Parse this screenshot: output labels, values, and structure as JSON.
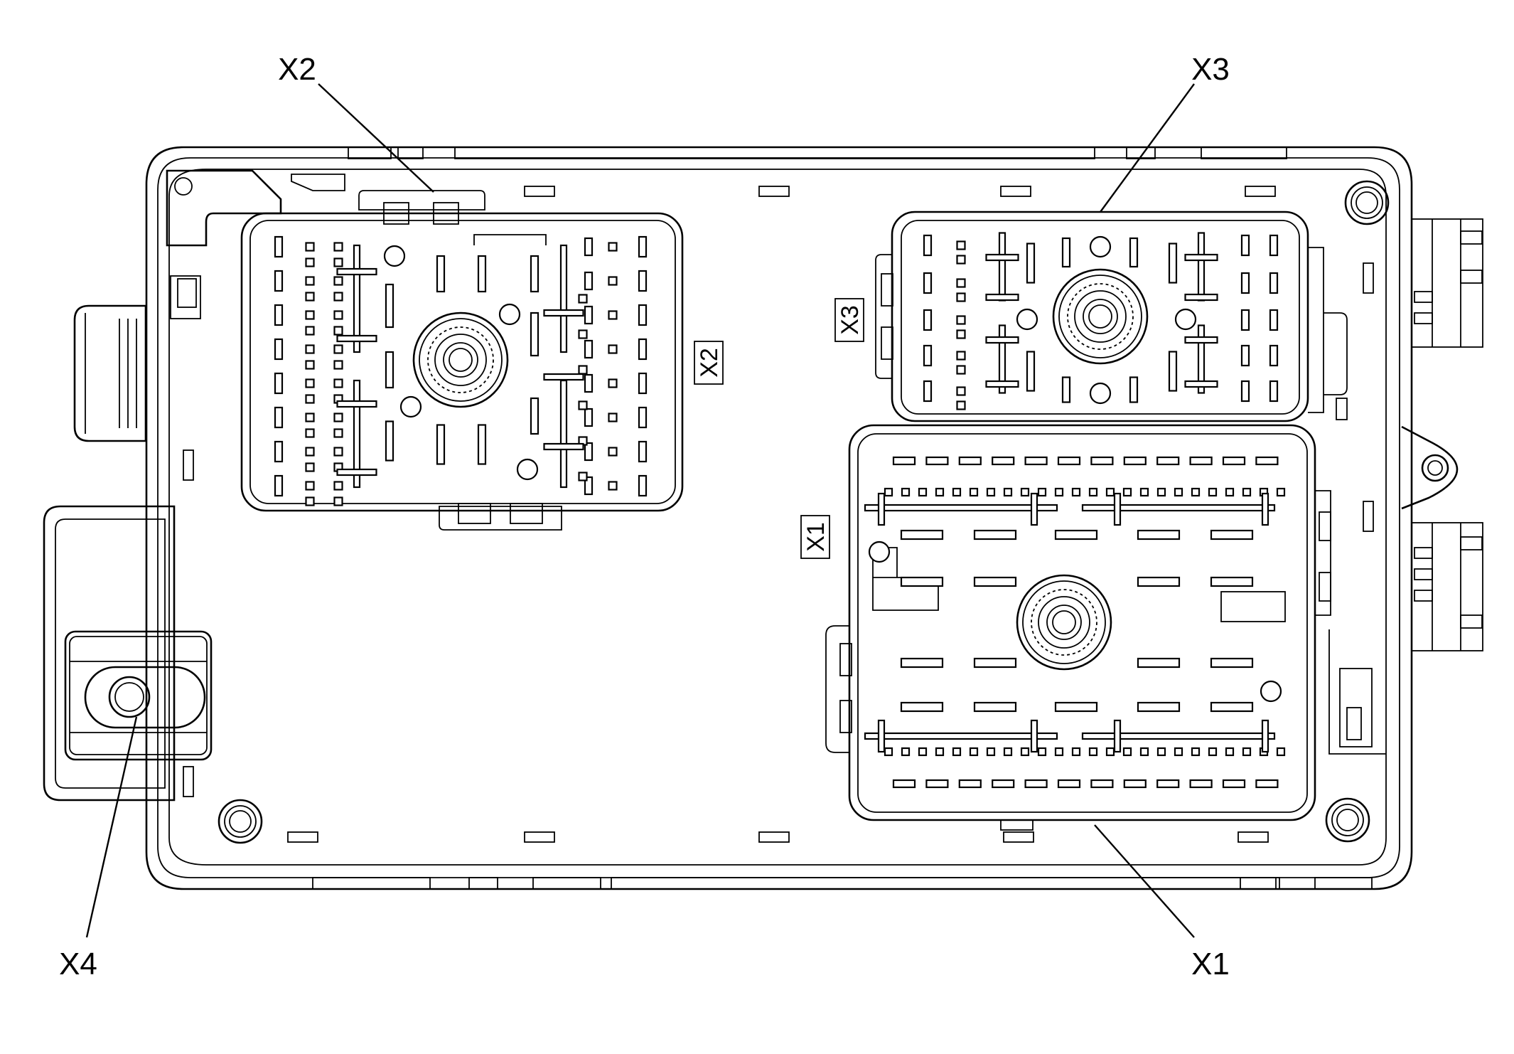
{
  "diagram": {
    "connectors": {
      "x1": {
        "callout": "X1",
        "tag": "X1"
      },
      "x2": {
        "callout": "X2",
        "tag": "X2"
      },
      "x3": {
        "callout": "X3",
        "tag": "X3"
      },
      "x4": {
        "callout": "X4"
      }
    }
  }
}
